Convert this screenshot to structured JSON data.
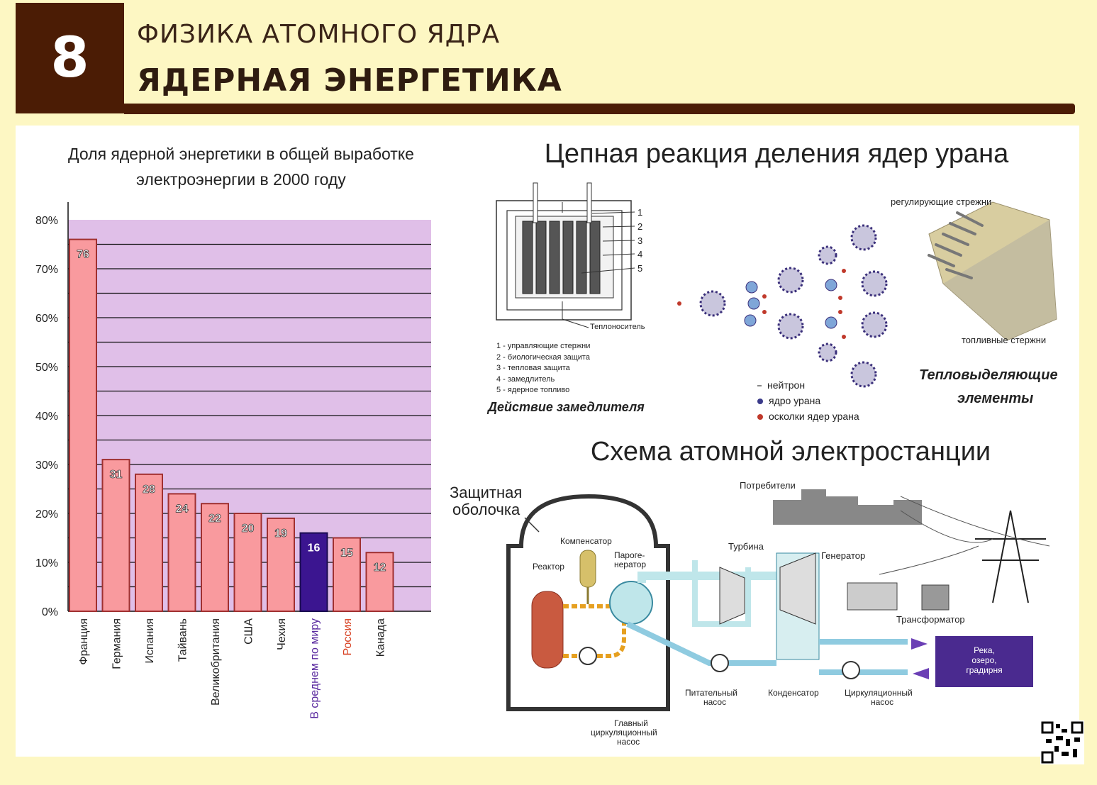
{
  "header": {
    "number": "8",
    "subject": "ФИЗИКА АТОМНОГО ЯДРА",
    "topic": "ЯДЕРНАЯ ЭНЕРГЕТИКА"
  },
  "colors": {
    "header_brown": "#4b1c05",
    "page_bg": "#fdf7c3",
    "chart_bg": "#e0bfe8",
    "bar_pink": "#f99a9e",
    "bar_highlight": "#3b1590",
    "river_box": "#4a2a8f"
  },
  "chart_data": {
    "type": "bar",
    "title_line1": "Доля ядерной энергетики в общей выработке",
    "title_line2": "электроэнергии в 2000 году",
    "categories": [
      "Франция",
      "Германия",
      "Испания",
      "Тайвань",
      "Великобритания",
      "США",
      "Чехия",
      "В среднем по миру",
      "Россия",
      "Канада"
    ],
    "values": [
      76,
      31,
      28,
      24,
      22,
      20,
      19,
      16,
      15,
      12
    ],
    "highlight_index": 7,
    "red_label_index": 8,
    "y_ticks": [
      "0%",
      "10%",
      "20%",
      "30%",
      "40%",
      "50%",
      "60%",
      "70%",
      "80%"
    ],
    "ylim": [
      0,
      80
    ],
    "grid": true
  },
  "chain": {
    "title": "Цепная реакция деления ядер урана",
    "reactor_numbers": [
      "1",
      "2",
      "3",
      "4",
      "5"
    ],
    "coolant": "Теплоноситель",
    "legend_items": [
      "1 - управляющие стержни",
      "2 - биологическая защита",
      "3 - тепловая защита",
      "4 - замедлитель",
      "5 - ядерное топливо"
    ],
    "moderator_caption": "Действие замедлителя",
    "particle_legend": [
      "нейтрон",
      "ядро урана",
      "осколки ядер урана"
    ],
    "control_rods": "регулирующие стрежни",
    "fuel_rods": "топливные стержни",
    "fuel_caption_1": "Тепловыделяющие",
    "fuel_caption_2": "элементы"
  },
  "plant": {
    "title": "Схема атомной электростанции",
    "shell_1": "Защитная",
    "shell_2": "оболочка",
    "consumers": "Потребители",
    "compensator": "Компенсатор",
    "reactor": "Реактор",
    "steam_gen_1": "Пароге-",
    "steam_gen_2": "нератор",
    "turbine": "Турбина",
    "generator": "Генератор",
    "transformer": "Трансформатор",
    "feed_pump_1": "Питательный",
    "feed_pump_2": "насос",
    "condenser": "Конденсатор",
    "circ_pump_1": "Циркуляционный",
    "circ_pump_2": "насос",
    "main_pump_1": "Главный",
    "main_pump_2": "циркуляционный",
    "main_pump_3": "насос",
    "river_1": "Река,",
    "river_2": "озеро,",
    "river_3": "градирня"
  }
}
